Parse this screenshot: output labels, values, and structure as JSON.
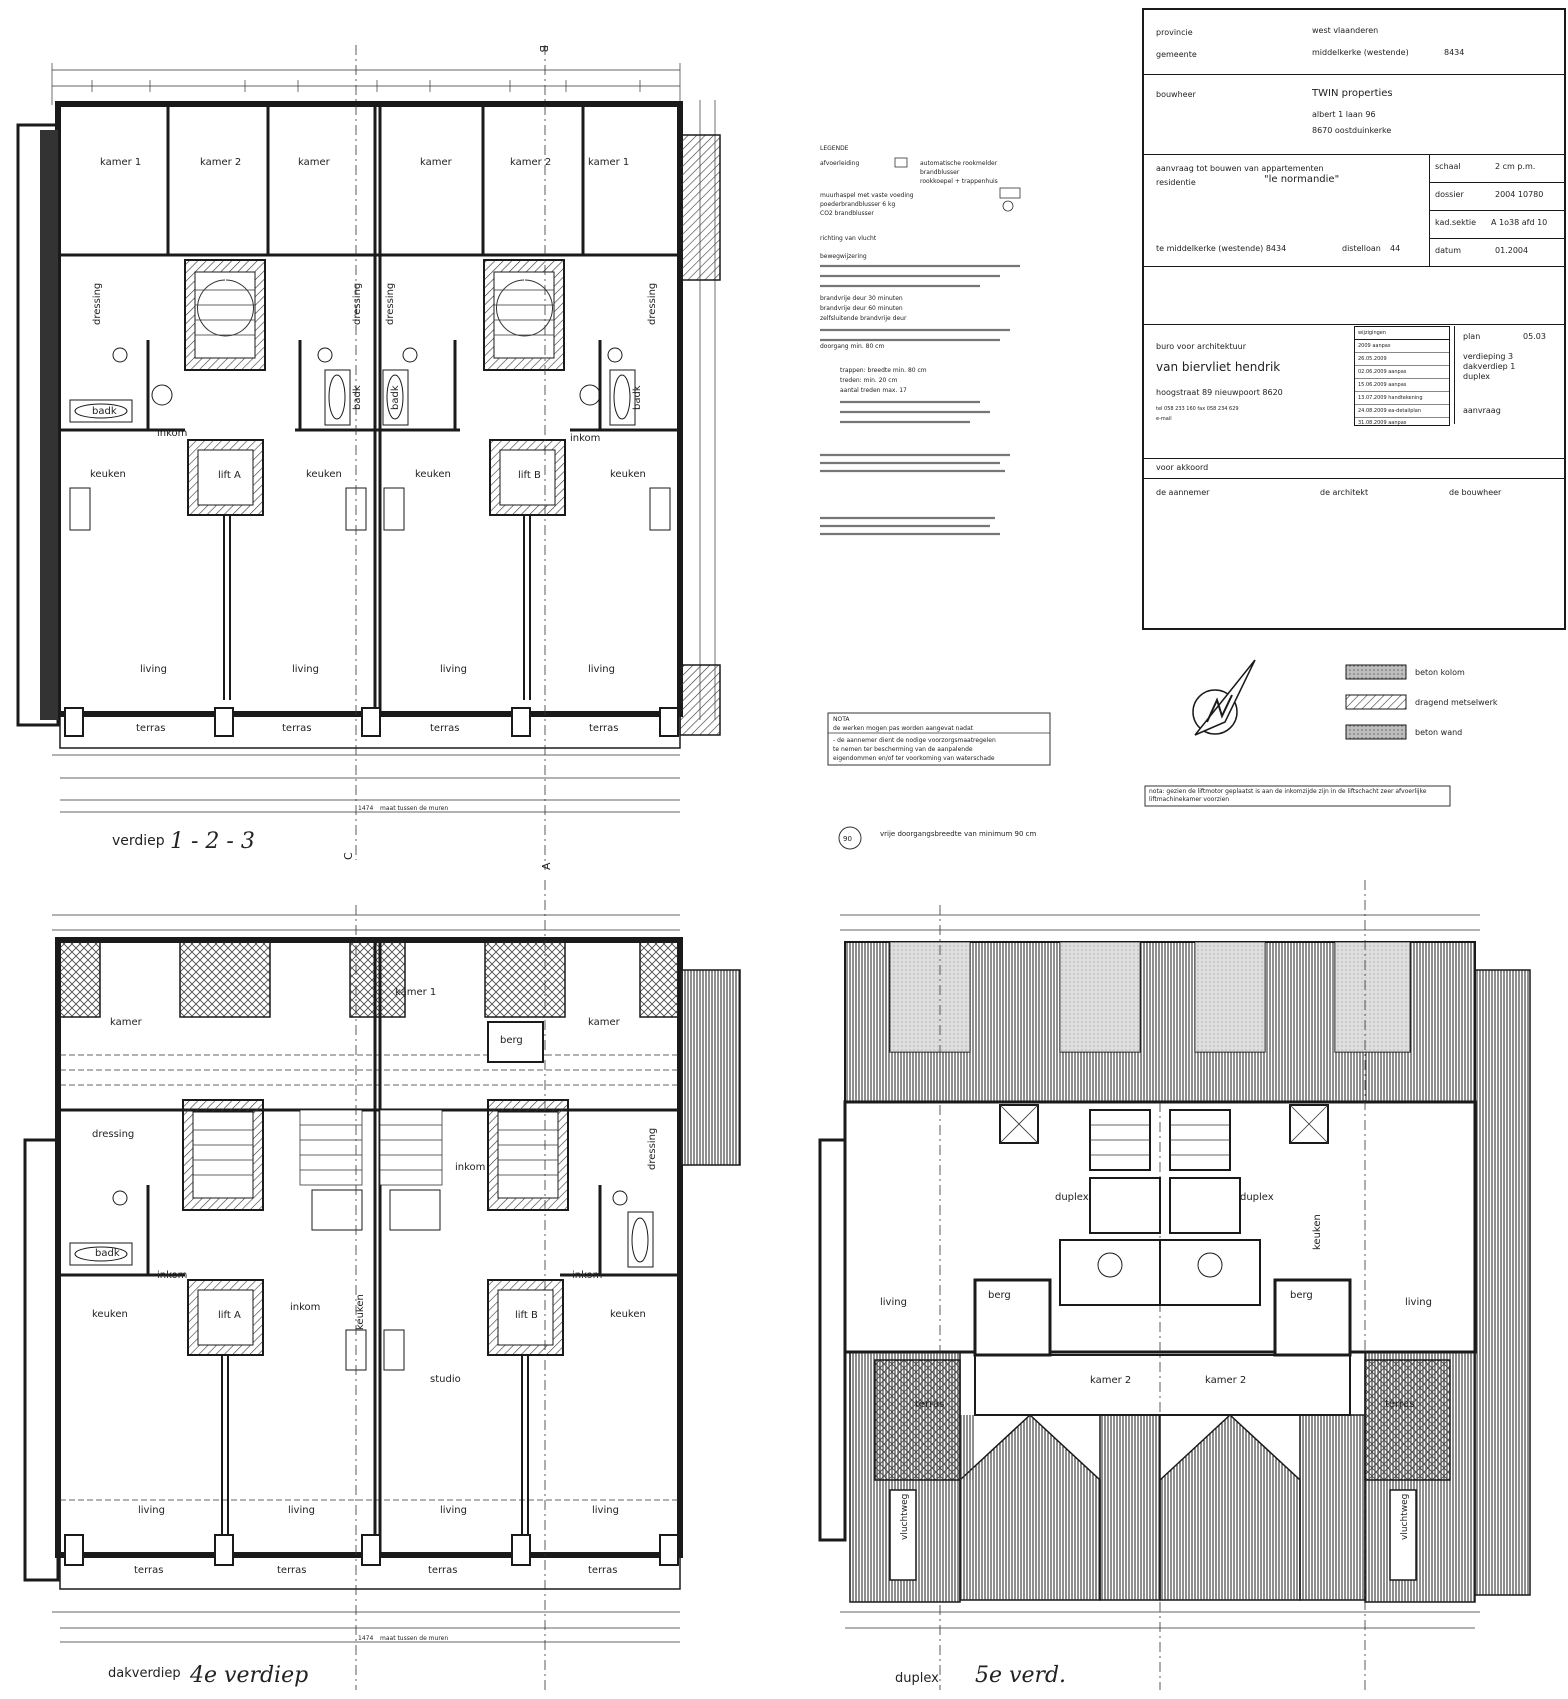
{
  "colors": {
    "ink": "#1a1a1a",
    "paper": "#ffffff",
    "hatch": "#555555",
    "wall": "#262626"
  },
  "plans": {
    "p123": {
      "caption_print": "verdiep",
      "caption_hand": "1 - 2 - 3",
      "rooms": {
        "kamer1a": "kamer 1",
        "kamer2a": "kamer 2",
        "kamer_a": "kamer",
        "kamer_b": "kamer",
        "kamer2b": "kamer 2",
        "kamer1b": "kamer 1",
        "dressing1": "dressing",
        "dressing2": "dressing",
        "dressing3": "dressing",
        "dressing4": "dressing",
        "badk1": "badk",
        "badk2": "badk",
        "badk3": "badk",
        "badk4": "badk",
        "inkom1": "inkom",
        "inkom2": "inkom",
        "keuken1": "keuken",
        "keuken2": "keuken",
        "keuken3": "keuken",
        "keuken4": "keuken",
        "liftA": "lift A",
        "liftB": "lift B",
        "living1": "living",
        "living2": "living",
        "living3": "living",
        "living4": "living",
        "terras1": "terras",
        "terras2": "terras",
        "terras3": "terras",
        "terras4": "terras"
      },
      "dim_total": "1474",
      "dim_note": "maat tussen de muren"
    },
    "p4": {
      "caption_print": "dakverdiep",
      "caption_hand": "4e verdiep",
      "rooms": {
        "kamer_a": "kamer",
        "kamer1": "kamer 1",
        "berg": "berg",
        "kamer_b": "kamer",
        "dressing1": "dressing",
        "dressing2": "dressing",
        "badk": "badk",
        "inkom1": "inkom",
        "inkom2": "inkom",
        "inkom3": "inkom",
        "inkom4": "inkom",
        "keuken1": "keuken",
        "keuken2": "keuken",
        "keuken3": "keuken",
        "liftA": "lift A",
        "liftB": "lift B",
        "studio": "studio",
        "living1": "living",
        "living2": "living",
        "living3": "living",
        "living4": "living",
        "terras1": "terras",
        "terras2": "terras",
        "terras3": "terras",
        "terras4": "terras"
      },
      "dim_total": "1474",
      "dim_note": "maat tussen de muren"
    },
    "p5": {
      "caption_print": "duplex",
      "caption_hand": "5e verd.",
      "rooms": {
        "duplex1": "duplex",
        "duplex2": "duplex",
        "keuken": "keuken",
        "living1": "living",
        "living2": "living",
        "berg1": "berg",
        "berg2": "berg",
        "kamer2a": "kamer 2",
        "kamer2b": "kamer 2",
        "terras1": "terras",
        "terras2": "terras",
        "vluchtweg1": "vluchtweg",
        "vluchtweg2": "vluchtweg"
      }
    }
  },
  "section_marks": {
    "a": "A",
    "b": "B",
    "c": "C"
  },
  "legend": {
    "title": "LEGENDE",
    "lines": [
      "afvoerleiding",
      "automatische rookmelder",
      "brandblusser",
      "rookkoepel + trappenhuis",
      "muurhaspel met vaste voeding",
      "poederbrandblusser 6 kg",
      "CO2 brandblusser",
      "richting van vlucht",
      "bewegwijzering",
      "brandvrije deur 30 minuten",
      "brandvrije deur 60 minuten",
      "zelfsluitende brandvrije deur",
      "doorgang min. 80 cm",
      "trappen: breedte min. 80 cm",
      "treden: min. 20 cm",
      "aantal treden max. 17"
    ],
    "ref": "vrije doorgangsbreedte van minimum 90 cm"
  },
  "nota": {
    "title": "NOTA",
    "line1": "de werken mogen pas worden aangevat nadat",
    "line2": "- de aannemer dient de nodige voorzorgsmaatregelen",
    "line3": "te nemen ter bescherming van de aanpalende",
    "line4": "eigendommen en/of ter voorkoming van waterschade"
  },
  "note_lift": "nota: gezien de liftmotor geplaatst is aan de inkomzijde zijn in de liftschacht zeer afvoerlijke liftmachinekamer voorzien",
  "materials": {
    "m1": "beton kolom",
    "m2": "dragend metselwerk",
    "m3": "beton wand"
  },
  "title_block": {
    "provincie_label": "provincie",
    "provincie": "west vlaanderen",
    "gemeente_label": "gemeente",
    "gemeente": "middelkerke (westende)",
    "postcode": "8434",
    "bouwheer_label": "bouwheer",
    "bouwheer": "TWIN properties",
    "adres1": "albert 1 laan 96",
    "adres2": "8670 oostduinkerke",
    "aanvraag": "aanvraag tot bouwen van appartementen",
    "residentie_label": "residentie",
    "residentie": "\"le normandie\"",
    "ligging": "te middelkerke (westende) 8434",
    "straat": "distelloan",
    "huisnr": "44",
    "schaal_label": "schaal",
    "schaal": "2 cm p.m.",
    "dossier_label": "dossier",
    "dossier": "2004 10780",
    "kad_label": "kad.sektie",
    "kad": "A 1o38 afd 10",
    "datum_label": "datum",
    "datum": "01.2004",
    "buro_label": "buro voor architektuur",
    "architect": "van biervliet hendrik",
    "arch_adres": "hoogstraat 89 nieuwpoort 8620",
    "arch_tel": "tel 058 233 160   fax 058 234 629",
    "arch_mail": "e-mail",
    "wijzigingen_label": "wijzigingen",
    "wijzigingen": [
      "2009 aanpas",
      "26.05.2009",
      "02.06.2009 aanpas",
      "15.06.2009 aanpas",
      "13.07.2009 handtekening",
      "24.08.2009 ea-detailplan",
      "31.08.2009 aanpas"
    ],
    "plan_label": "plan",
    "plan": "05.03",
    "plan_desc1": "verdieping 3",
    "plan_desc2": "dakverdiep 1",
    "plan_desc3": "duplex",
    "status": "aanvraag",
    "akkoord": "voor akkoord",
    "sig1": "de aannemer",
    "sig2": "de architekt",
    "sig3": "de bouwheer"
  }
}
